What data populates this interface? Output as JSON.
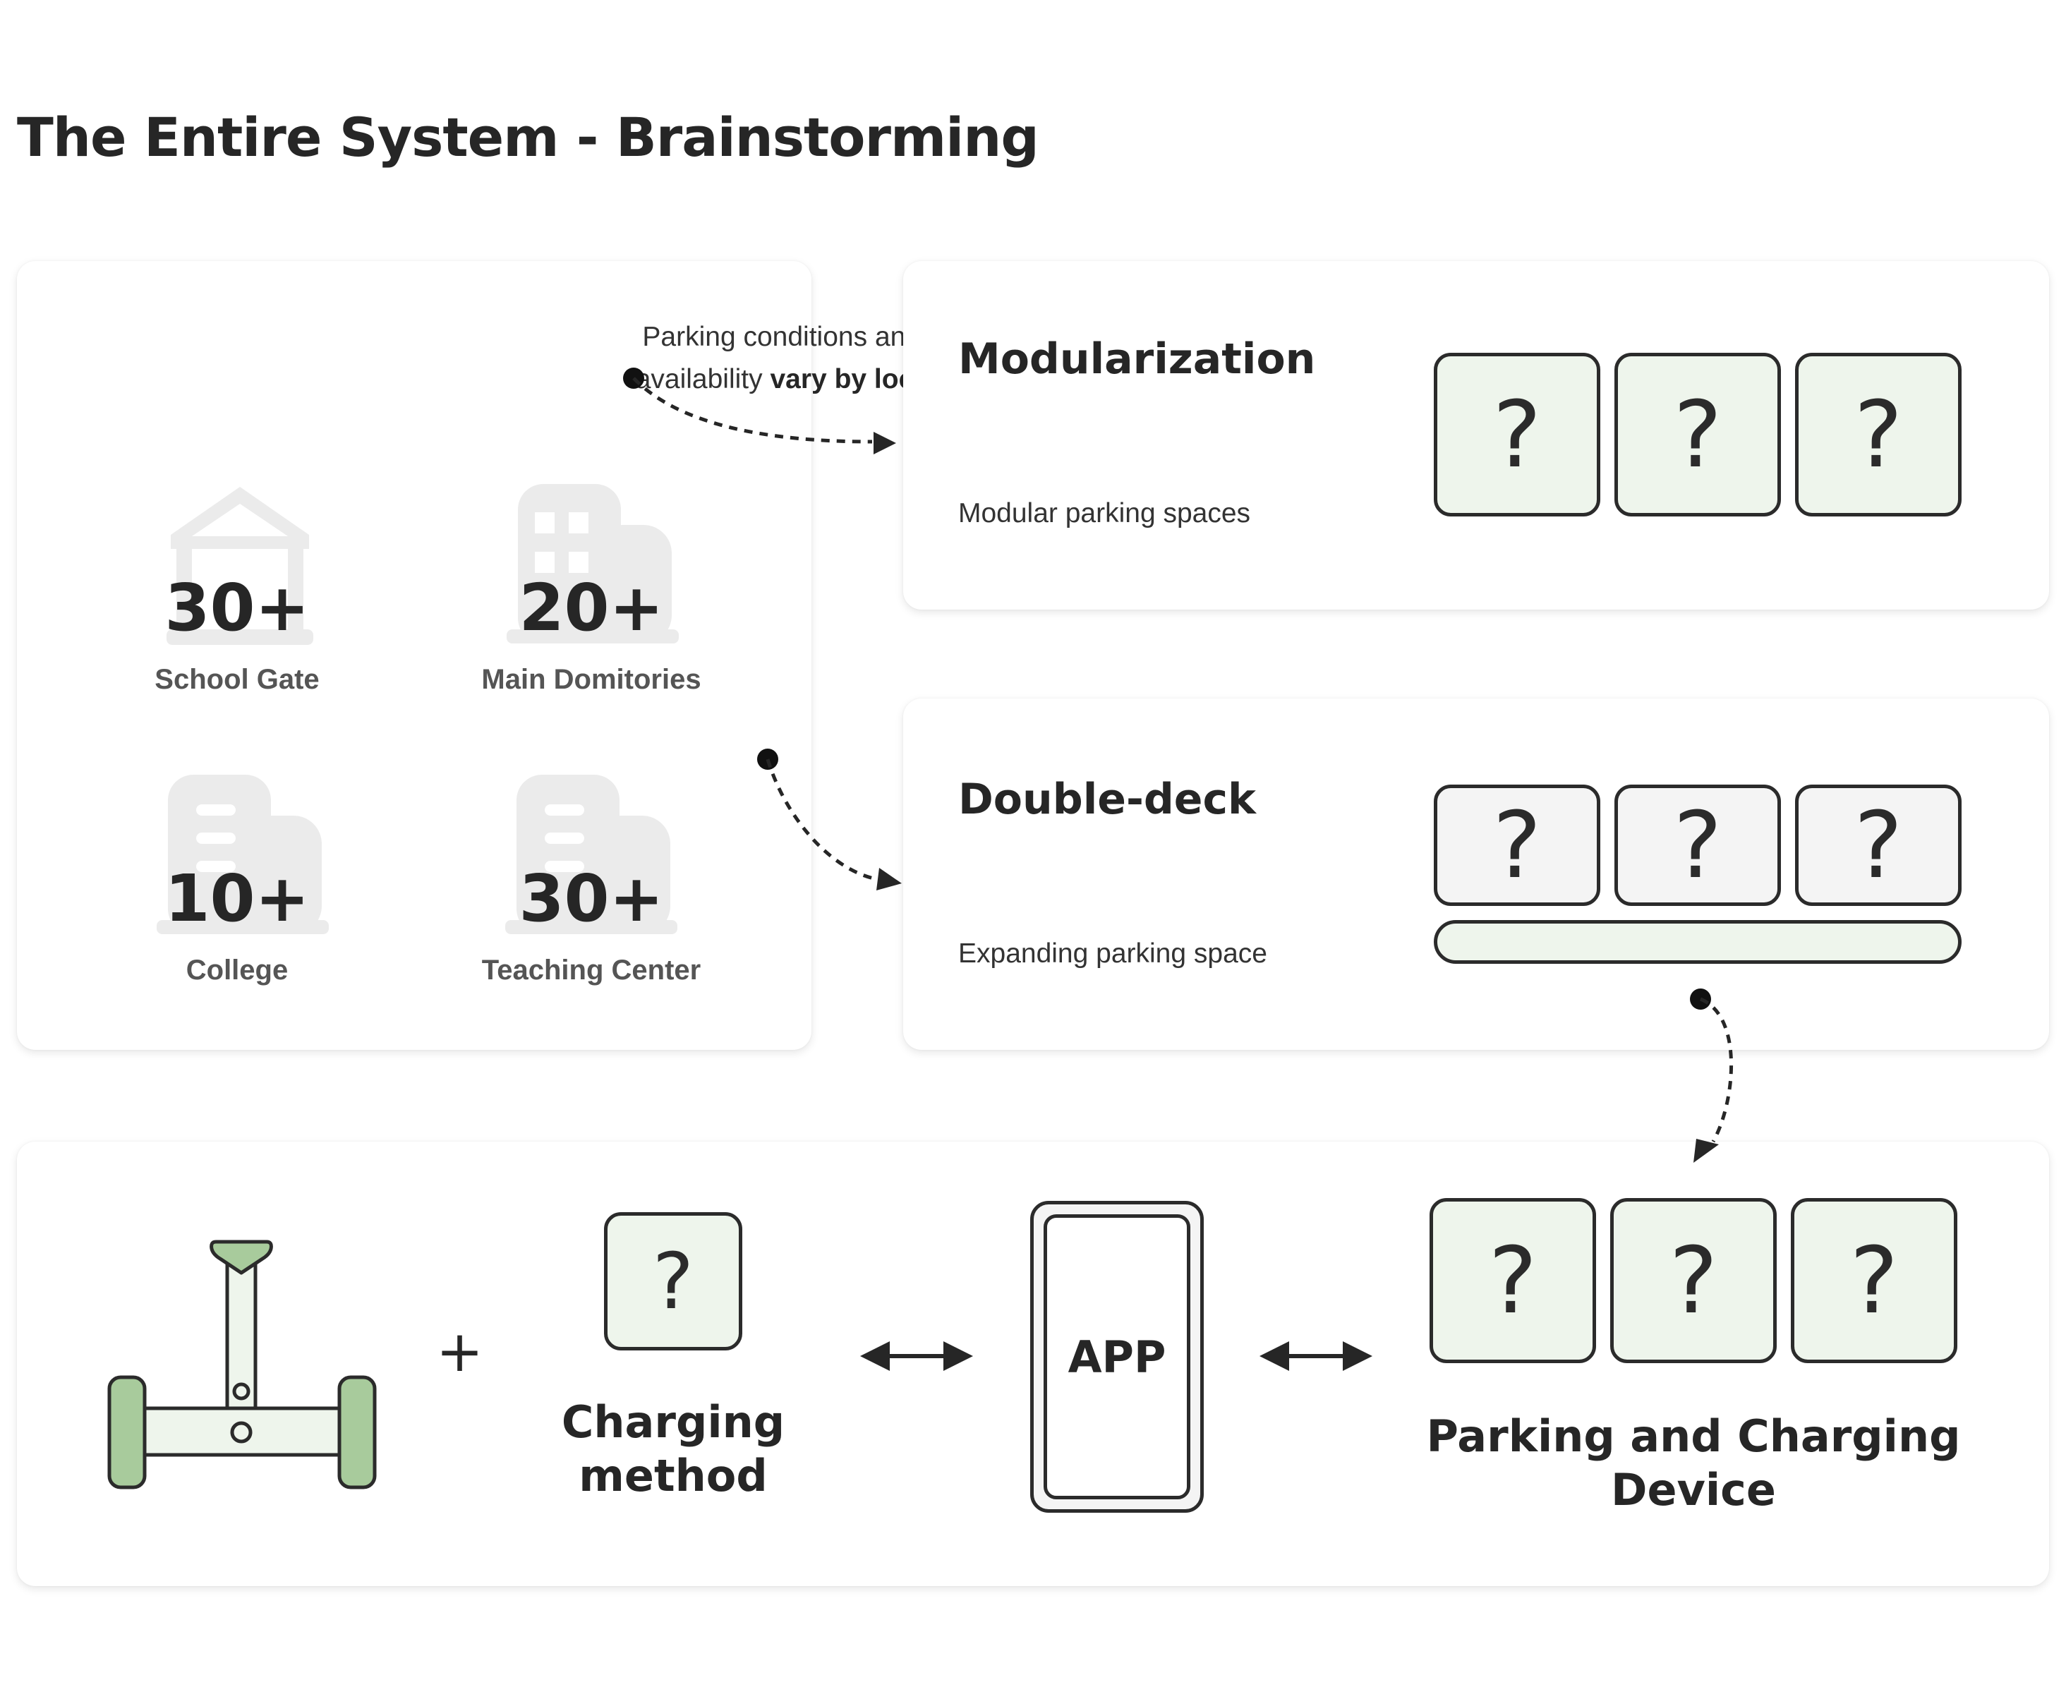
{
  "title": "The Entire System - Brainstorming",
  "locations_card": {
    "intro_line1": "Parking conditions and spot",
    "intro_line2_prefix": "availability ",
    "intro_line2_bold": "vary by location",
    "intro_line2_suffix": ".",
    "stats": [
      {
        "value": "30+",
        "label": "School Gate",
        "icon": "house-icon"
      },
      {
        "value": "20+",
        "label": "Main Domitories",
        "icon": "building-icon"
      },
      {
        "value": "10+",
        "label": "College",
        "icon": "building-icon"
      },
      {
        "value": "30+",
        "label": "Teaching Center",
        "icon": "building-icon"
      }
    ]
  },
  "modularization_card": {
    "heading": "Modularization",
    "subtitle": "Modular parking spaces",
    "boxes": [
      "?",
      "?",
      "?"
    ]
  },
  "double_deck_card": {
    "heading": "Double-deck",
    "subtitle": "Expanding parking space",
    "boxes": [
      "?",
      "?",
      "?"
    ]
  },
  "system_card": {
    "vehicle_icon": "self-balancing-scooter-icon",
    "plus": "+",
    "charging_box": "?",
    "charging_label_line1": "Charging",
    "charging_label_line2": "method",
    "app_label": "APP",
    "device_boxes": [
      "?",
      "?",
      "?"
    ],
    "device_label_line1": "Parking and Charging",
    "device_label_line2": "Device"
  },
  "colors": {
    "text": "#262626",
    "accent_green_light": "#eef5ec",
    "accent_green": "#a8cb9c",
    "icon_grey": "#ebebeb",
    "outline": "#2b2b2b"
  }
}
